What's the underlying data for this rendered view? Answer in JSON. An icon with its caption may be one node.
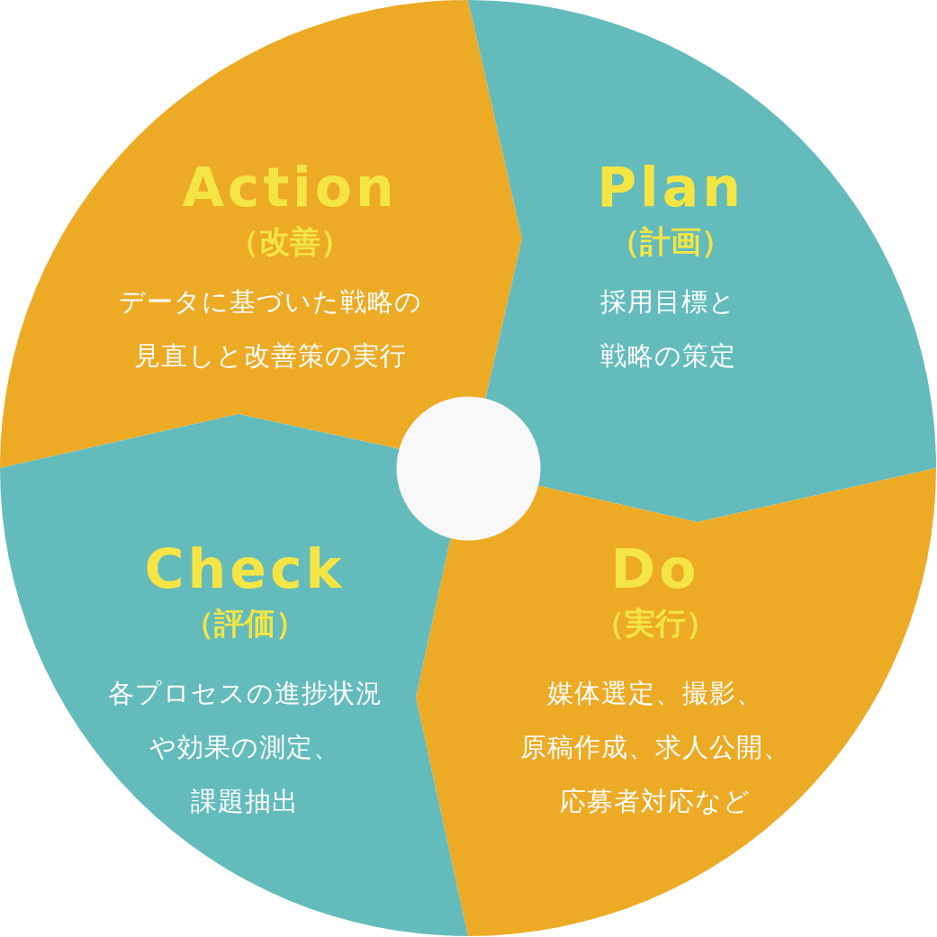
{
  "diagram": {
    "nodes": [
      {
        "text": [
          "Action",
          "（改善）",
          "データに基づいた戦略の見直しと改善策の実行"
        ]
      },
      {
        "text": [
          "Plan",
          "（計画）",
          "採用目標と戦略の策定"
        ]
      },
      {
        "text": [
          "Do",
          "（実行）",
          "媒体選定、撮影、原稿作成、求人公開、応募者対応など"
        ]
      },
      {
        "text": [
          "Check",
          "（評価）",
          "各プロセスの進捗状況や効果の測定、課題抽出"
        ]
      },
      {
        "text": [],
        "shape": "circle"
      }
    ]
  }
}
